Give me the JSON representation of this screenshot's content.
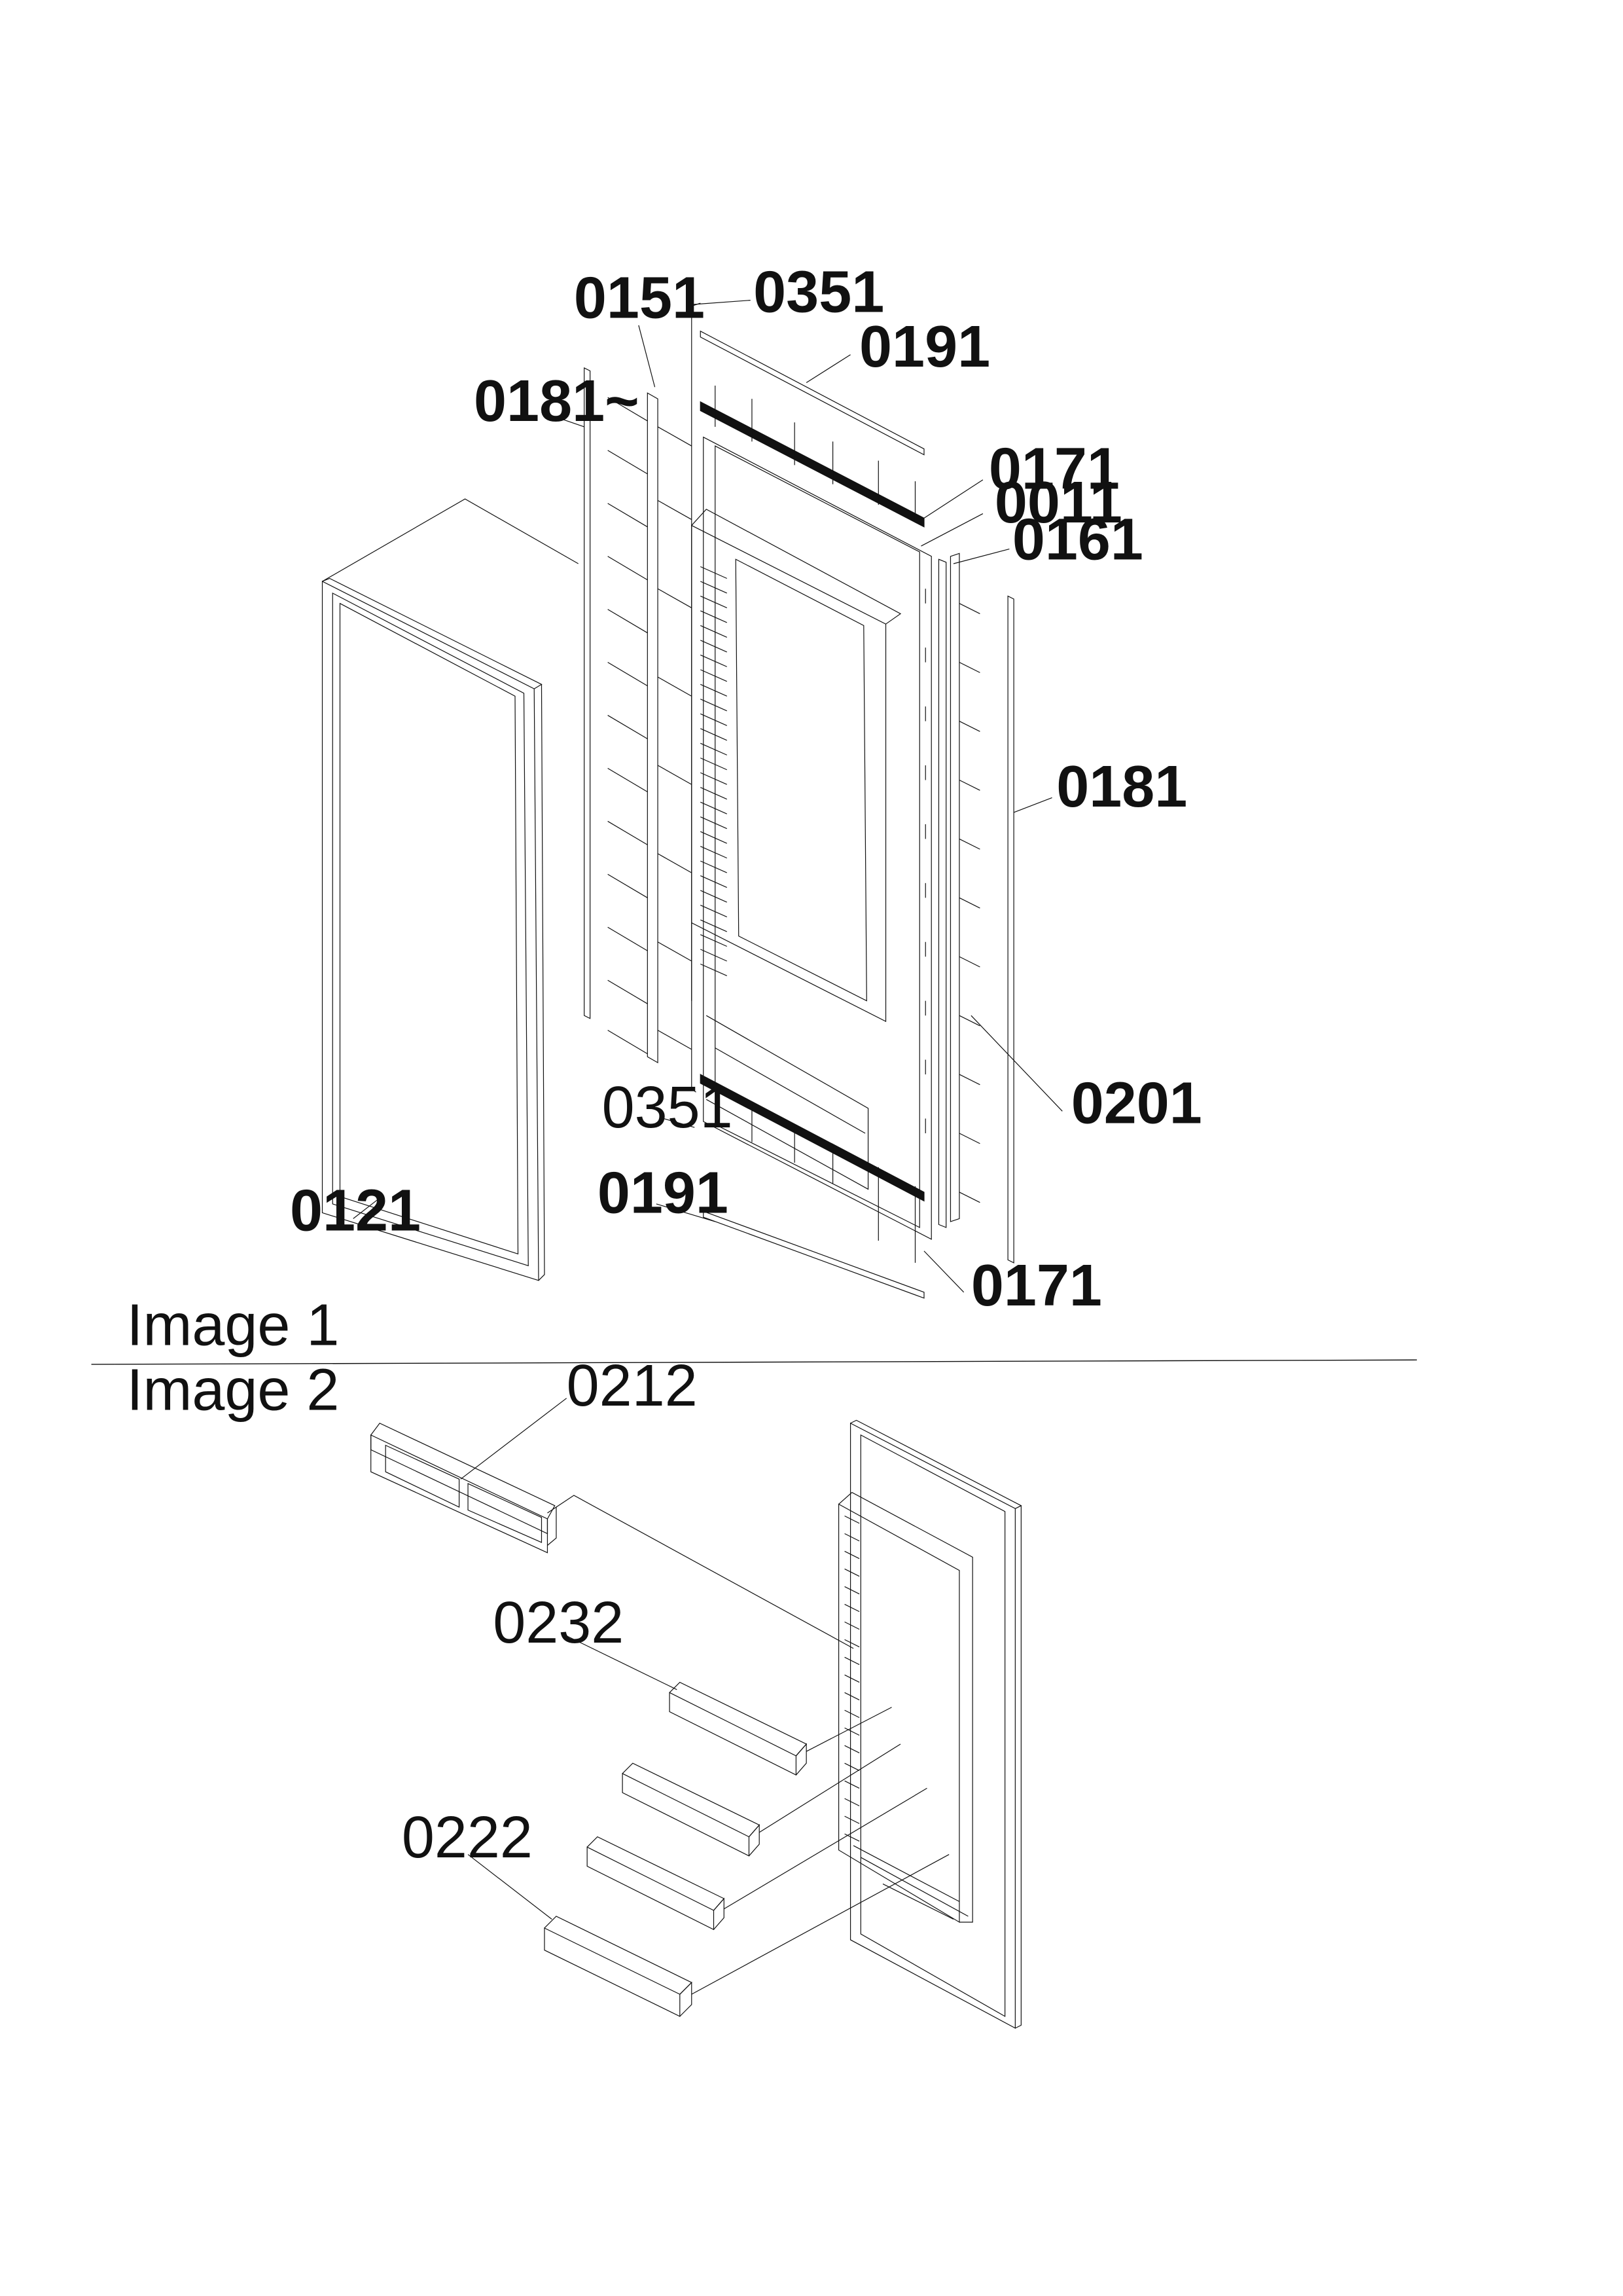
{
  "image1": {
    "caption": "Image 1",
    "labels": {
      "p0151": "0151",
      "p0351_top": "0351",
      "p0191_top": "0191",
      "p0181_left": "0181~",
      "p0171_top": "0171",
      "p0011": "0011",
      "p0161": "0161",
      "p0181_right": "0181",
      "p0201": "0201",
      "p0351_bottom": "0351",
      "p0191_bottom": "0191",
      "p0121": "0121",
      "p0171_bottom": "0171"
    }
  },
  "image2": {
    "caption": "Image 2",
    "labels": {
      "p0212": "0212",
      "p0232": "0232",
      "p0222": "0222"
    }
  },
  "colors": {
    "ink": "#111111",
    "paper": "#ffffff"
  }
}
